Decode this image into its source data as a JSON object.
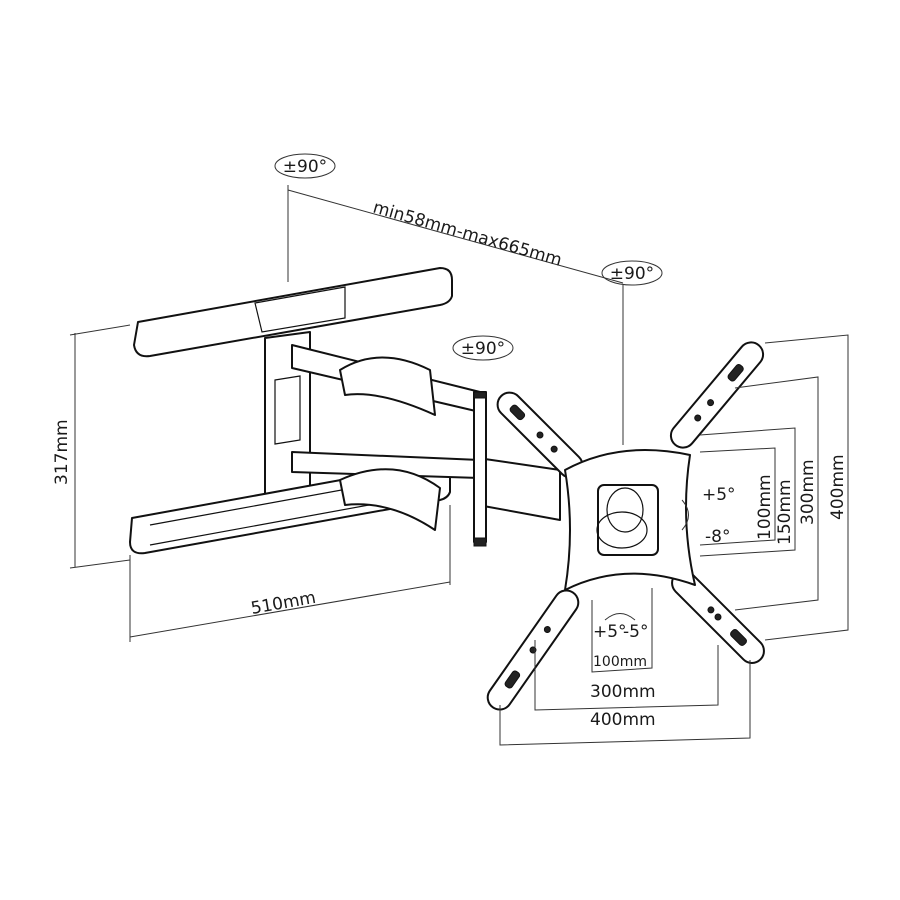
{
  "rotation_labels": {
    "top_left": "±90°",
    "top_right": "±90°",
    "arm_joint": "±90°"
  },
  "dimensions": {
    "extension": "min58mm-max665mm",
    "height": "317mm",
    "width": "510mm",
    "vesa_vertical": [
      "100mm",
      "150mm",
      "300mm",
      "400mm"
    ],
    "vesa_horizontal": [
      "100mm",
      "300mm",
      "400mm"
    ]
  },
  "tilt": {
    "up": "+5°",
    "down": "-8°"
  },
  "swivel": {
    "left": "+5°",
    "right": "-5°"
  }
}
